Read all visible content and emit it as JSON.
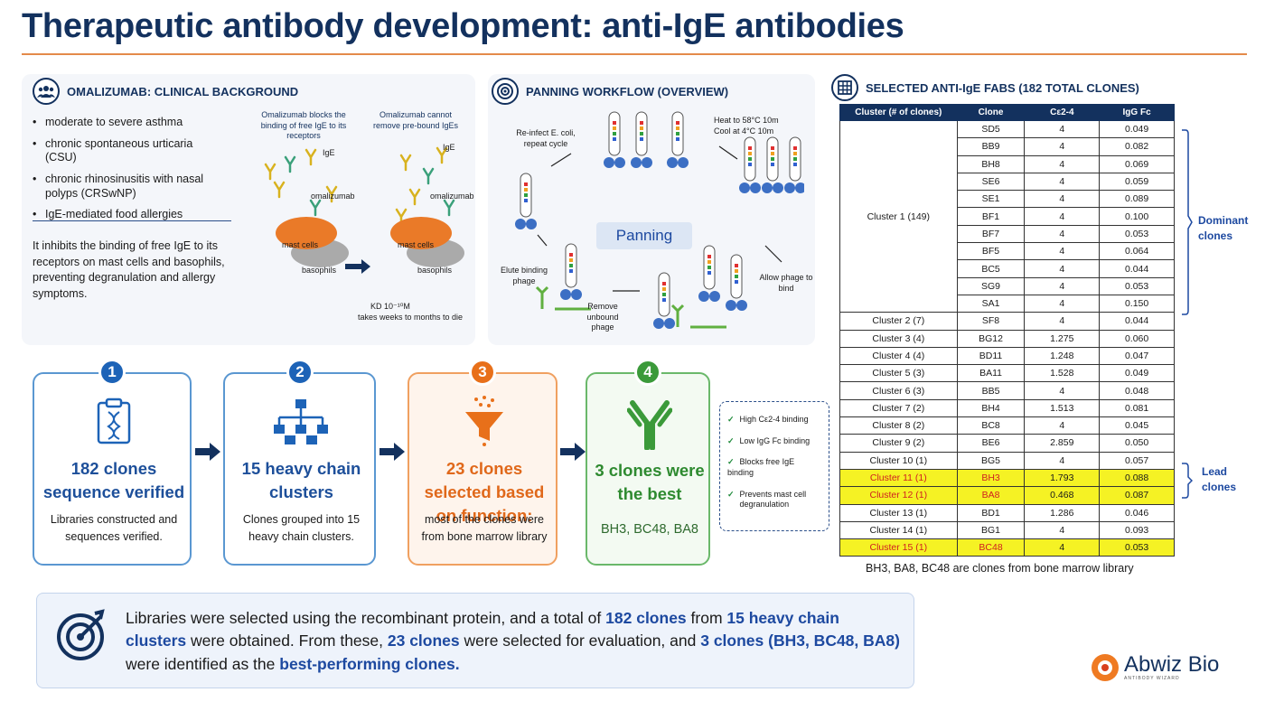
{
  "title": "Therapeutic antibody development: anti-IgE antibodies",
  "clinical": {
    "heading": "OMALIZUMAB: CLINICAL BACKGROUND",
    "bullets": [
      "moderate to severe asthma",
      "chronic spontaneous urticaria (CSU)",
      "chronic rhinosinusitis with nasal polyps (CRSwNP)",
      "IgE-mediated food allergies"
    ],
    "description": "It inhibits the binding of free IgE to its receptors on mast cells and basophils, preventing degranulation and allergy symptoms.",
    "left_caption": "Omalizumab blocks the binding of free IgE to its receptors",
    "right_caption": "Omalizumab cannot remove pre-bound IgEs",
    "ige_label": "IgE",
    "omalizumab_label": "omalizumab",
    "omalizumab_label_2": "omalizumab",
    "ige_label_2": "IgE",
    "mast_cells": "mast cells",
    "basophils": "basophils",
    "mast_cells_2": "mast cells",
    "basophils_2": "basophils",
    "kd_note": "KD 10⁻¹⁰M",
    "kd_note_2": "takes weeks to months to die"
  },
  "panning": {
    "heading": "PANNING WORKFLOW (OVERVIEW)",
    "center": "Panning",
    "reinfect": "Re-infect E. coli, repeat cycle",
    "heat": "Heat to 58°C 10m",
    "cool": "Cool at 4°C 10m",
    "allow": "Allow phage to bind",
    "remove": "Remove unbound phage",
    "elute": "Elute binding phage"
  },
  "steps": [
    {
      "num": "1",
      "big": "182 clones sequence verified",
      "desc": "Libraries constructed and sequences verified."
    },
    {
      "num": "2",
      "big": "15 heavy chain clusters",
      "desc": "Clones grouped into 15 heavy chain clusters."
    },
    {
      "num": "3",
      "big": "23 clones selected based on function:",
      "desc": "most of the clones were from bone marrow library"
    },
    {
      "num": "4",
      "big": "3 clones were the best",
      "desc": "BH3, BC48, BA8"
    }
  ],
  "criteria": [
    "High Cε2-4 binding",
    "Low IgG Fc binding",
    "Blocks free IgE binding",
    "Prevents mast cell degranulation"
  ],
  "table": {
    "heading": "SELECTED ANTI-IgE FABS (182 TOTAL CLONES)",
    "headers": [
      "Cluster (# of clones)",
      "Clone",
      "Cε2-4",
      "IgG Fc"
    ],
    "cluster1_label": "Cluster 1 (149)",
    "cluster1_rows": [
      [
        "SD5",
        "4",
        "0.049"
      ],
      [
        "BB9",
        "4",
        "0.082"
      ],
      [
        "BH8",
        "4",
        "0.069"
      ],
      [
        "SE6",
        "4",
        "0.059"
      ],
      [
        "SE1",
        "4",
        "0.089"
      ],
      [
        "BF1",
        "4",
        "0.100"
      ],
      [
        "BF7",
        "4",
        "0.053"
      ],
      [
        "BF5",
        "4",
        "0.064"
      ],
      [
        "BC5",
        "4",
        "0.044"
      ],
      [
        "SG9",
        "4",
        "0.053"
      ],
      [
        "SA1",
        "4",
        "0.150"
      ]
    ],
    "other_rows": [
      {
        "cluster": "Cluster 2 (7)",
        "clone": "SF8",
        "ce": "4",
        "igg": "0.044",
        "hl": false
      },
      {
        "cluster": "Cluster 3 (4)",
        "clone": "BG12",
        "ce": "1.275",
        "igg": "0.060",
        "hl": false
      },
      {
        "cluster": "Cluster 4 (4)",
        "clone": "BD11",
        "ce": "1.248",
        "igg": "0.047",
        "hl": false
      },
      {
        "cluster": "Cluster 5 (3)",
        "clone": "BA11",
        "ce": "1.528",
        "igg": "0.049",
        "hl": false
      },
      {
        "cluster": "Cluster 6 (3)",
        "clone": "BB5",
        "ce": "4",
        "igg": "0.048",
        "hl": false
      },
      {
        "cluster": "Cluster 7 (2)",
        "clone": "BH4",
        "ce": "1.513",
        "igg": "0.081",
        "hl": false
      },
      {
        "cluster": "Cluster 8 (2)",
        "clone": "BC8",
        "ce": "4",
        "igg": "0.045",
        "hl": false
      },
      {
        "cluster": "Cluster 9 (2)",
        "clone": "BE6",
        "ce": "2.859",
        "igg": "0.050",
        "hl": false
      },
      {
        "cluster": "Cluster 10 (1)",
        "clone": "BG5",
        "ce": "4",
        "igg": "0.057",
        "hl": false
      },
      {
        "cluster": "Cluster 11 (1)",
        "clone": "BH3",
        "ce": "1.793",
        "igg": "0.088",
        "hl": true
      },
      {
        "cluster": "Cluster 12 (1)",
        "clone": "BA8",
        "ce": "0.468",
        "igg": "0.087",
        "hl": true
      },
      {
        "cluster": "Cluster 13 (1)",
        "clone": "BD1",
        "ce": "1.286",
        "igg": "0.046",
        "hl": false
      },
      {
        "cluster": "Cluster 14 (1)",
        "clone": "BG1",
        "ce": "4",
        "igg": "0.093",
        "hl": false
      },
      {
        "cluster": "Cluster 15 (1)",
        "clone": "BC48",
        "ce": "4",
        "igg": "0.053",
        "hl": true
      }
    ],
    "dominant_label": "Dominant clones",
    "lead_label": "Lead clones",
    "footnote": "BH3, BA8, BC48 are clones from bone marrow library"
  },
  "summary": {
    "p1": "Libraries were selected using the recombinant protein, and a total of ",
    "b1": "182 clones",
    "p2": " from ",
    "b2": "15 heavy chain clusters",
    "p3": " were obtained. From these, ",
    "b3": "23 clones",
    "p4": " were selected for evaluation, and ",
    "b4": "3 clones (BH3, BC48, BA8)",
    "p5": " were identified as the ",
    "b5": "best-performing clones."
  },
  "brand": {
    "name": "Abwiz Bio",
    "tagline": "ANTIBODY WIZARD"
  },
  "colors": {
    "navy": "#13315e",
    "accent": "#e48a4a",
    "step_blue": "#1d63b7",
    "step_orange": "#e8701a",
    "step_green": "#3b9a3a",
    "highlight": "#f5f224"
  }
}
